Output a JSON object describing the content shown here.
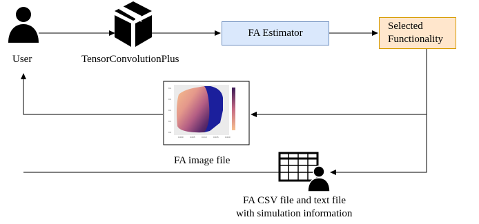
{
  "nodes": {
    "user": {
      "label": "User",
      "icon": "user-icon"
    },
    "tensor": {
      "label": "TensorConvolutionPlus",
      "icon": "package-box-icon"
    },
    "estimator": {
      "label": "FA Estimator",
      "fill": "#dae8fc",
      "stroke": "#6c8ebf"
    },
    "selected": {
      "label_line1": "Selected",
      "label_line2": "Functionality",
      "fill": "#ffe6cc",
      "stroke": "#d79b00"
    },
    "image_file": {
      "label": "FA image file",
      "icon": "heatmap-plot-thumbnail",
      "x_ticks": [
        "0.000",
        "0.005",
        "0.010",
        "0.015",
        "0.020"
      ],
      "y_ticks": [
        "0.0",
        "0.1",
        "0.2",
        "0.3",
        "0.4"
      ]
    },
    "csv_file": {
      "label_line1": "FA CSV file and text file",
      "label_line2": "with simulation information",
      "icon": "table-user-icon"
    }
  },
  "colors": {
    "plot_blue": "#1b1f9c",
    "heat_high": "#3b1a55",
    "heat_mid": "#c46a84",
    "heat_low": "#f7c08e"
  }
}
